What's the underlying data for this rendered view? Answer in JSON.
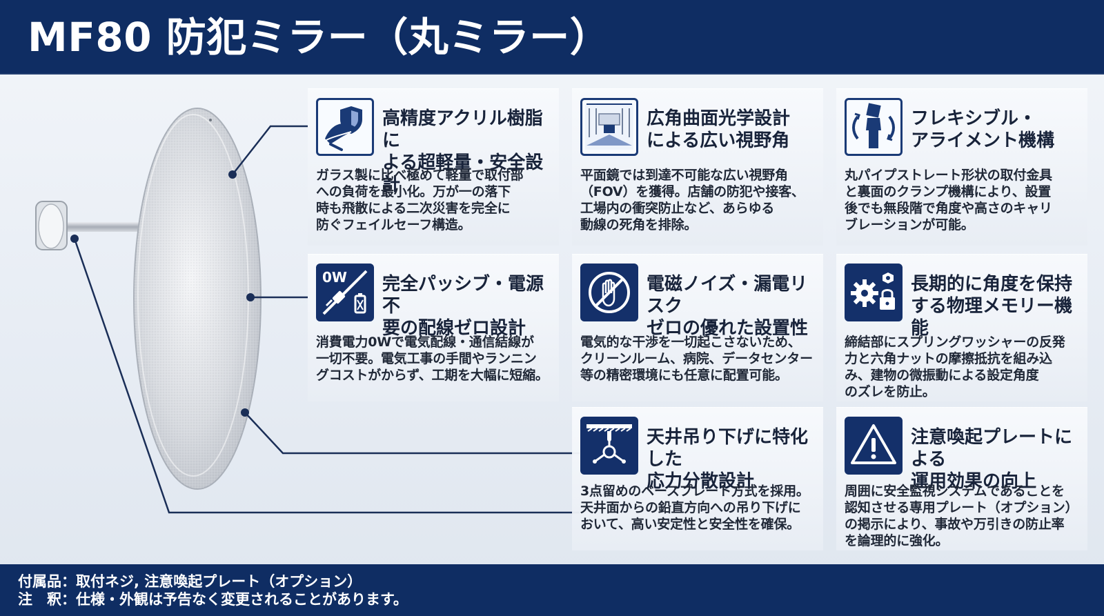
{
  "header": {
    "title": "MF80 防犯ミラー（丸ミラー）"
  },
  "features": [
    {
      "title": "高精度アクリル樹脂に\nよる超軽量・安全設計",
      "body": "ガラス製に比べ極めて軽量で取付部\nへの負荷を最小化。万が一の落下\n時も飛散による二次災害を完全に\n防ぐフェイルセーフ構造。",
      "icon": "shield-feather-icon"
    },
    {
      "title": "広角曲面光学設計\nによる広い視野角",
      "body": "平面鏡では到達不可能な広い視野角\n（FOV）を獲得。店舗の防犯や接客、\n工場内の衝突防止など、あらゆる\n動線の死角を排除。",
      "icon": "wide-view-icon"
    },
    {
      "title": "フレキシブル・\nアライメント機構",
      "body": "丸パイプストレート形状の取付金具\nと裏面のクランプ機構により、設置\n後でも無段階で角度や高さのキャリ\nブレーションが可能。",
      "icon": "rotate-clamp-icon"
    },
    {
      "title": "完全パッシブ・電源不\n要の配線ゼロ設計",
      "body": "消費電力0Wで電気配線・通信結線が\n一切不要。電気工事の手間やランニン\nグコストがからず、工期を大幅に短縮。",
      "icon": "zero-power-icon",
      "icon_label": "0W"
    },
    {
      "title": "電磁ノイズ・漏電リスク\nゼロの優れた設置性",
      "body": "電気的な干渉を一切起こさないため、\nクリーンルーム、病院、データセンター\n等の精密環境にも任意に配置可能。",
      "icon": "no-hand-icon"
    },
    {
      "title": "長期的に角度を保持\nする物理メモリー機能",
      "body": "締結部にスプリングワッシャーの反発\n力と六角ナットの摩擦抵抗を組み込\nみ、建物の微振動による設定角度\nのズレを防止。",
      "icon": "gear-lock-icon"
    },
    {
      "title": "天井吊り下げに特化した\n応力分散設計",
      "body": "3点留めのベースプレート方式を採用。\n天井面からの鉛直方向への吊り下げに\nおいて、高い安定性と安全性を確保。",
      "icon": "ceiling-mount-icon"
    },
    {
      "title": "注意喚起プレートによる\n運用効果の向上",
      "body": "周囲に安全監視システムであることを\n認知させる専用プレート（オプション）\nの掲示により、事故や万引きの防止率\nを論理的に強化。",
      "icon": "warning-icon"
    }
  ],
  "footer": {
    "accessories": "付属品：取付ネジ, 注意喚起プレート（オプション）",
    "note": "注　釈：仕様・外観は予告なく変更されることがあります。"
  },
  "colors": {
    "navy": "#0f2d63",
    "icon_dark": "#14306a",
    "text": "#18233a"
  }
}
